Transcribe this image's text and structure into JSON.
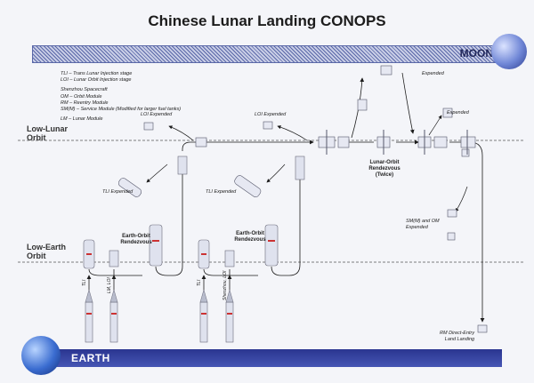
{
  "title": "Chinese Lunar Landing CONOPS",
  "bands": {
    "moon": "MOON",
    "earth": "EARTH"
  },
  "legend": [
    "TLI – Trans Lunar Injection stage",
    "LOI – Lunar Orbit Injection stage",
    "",
    "Shenzhou Spacecraft",
    "OM – Orbit Module",
    "RM – Reentry Module",
    "SM(M) – Service Module (Modified for larger fuel tanks)",
    "",
    "LM – Lunar Module"
  ],
  "orbits": {
    "low_lunar": "Low-Lunar\nOrbit",
    "low_earth": "Low-Earth\nOrbit"
  },
  "notes": {
    "loi_expended_1": "LOI Expended",
    "loi_expended_2": "LOI Expended",
    "tli_expended_1": "TLI Expended",
    "tli_expended_2": "TLI Expended",
    "expended_top": "Expended",
    "expended_right": "Expended",
    "eor_1": "Earth-Orbit\nRendezvous",
    "eor_2": "Earth-Orbit\nRendezvous",
    "lor": "Lunar-Orbit\nRendezvous\n(Twice)",
    "smm_om": "SM(M) and OM\nExpended",
    "rm_landing": "RM Direct-Entry\nLand Landing"
  },
  "launch_labels": {
    "l1": "TLI",
    "l2": "LM, LOI",
    "l3": "TLI",
    "l4": "Shenzhou, LOI"
  }
}
